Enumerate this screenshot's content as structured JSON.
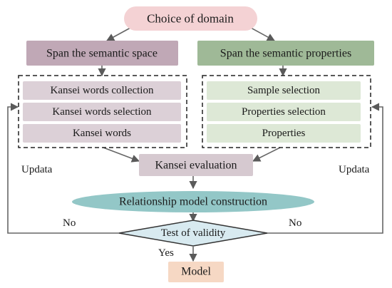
{
  "diagram": {
    "top": {
      "label": "Choice of domain"
    },
    "left_column": {
      "header": "Span the semantic space",
      "items": [
        "Kansei words collection",
        "Kansei words selection",
        "Kansei words"
      ]
    },
    "right_column": {
      "header": "Span the semantic properties",
      "items": [
        "Sample selection",
        "Properties selection",
        "Properties"
      ]
    },
    "evaluation": {
      "label": "Kansei evaluation"
    },
    "relationship": {
      "label": "Relationship model construction"
    },
    "validity": {
      "label": "Test of validity"
    },
    "model": {
      "label": "Model"
    },
    "edge_labels": {
      "left_loop": "Updata",
      "right_loop": "Updata",
      "no_left": "No",
      "no_right": "No",
      "yes": "Yes"
    },
    "colors": {
      "top_fill": "#f4d2d4",
      "left_header_fill": "#c0a8b6",
      "left_item_fill": "#dcd0d7",
      "right_header_fill": "#9fb997",
      "right_item_fill": "#dde8d6",
      "evaluation_fill": "#d6c9d0",
      "relationship_fill": "#93c7c7",
      "validity_fill": "#d8eaf0",
      "model_fill": "#f6d8c4",
      "line": "#555555"
    }
  }
}
